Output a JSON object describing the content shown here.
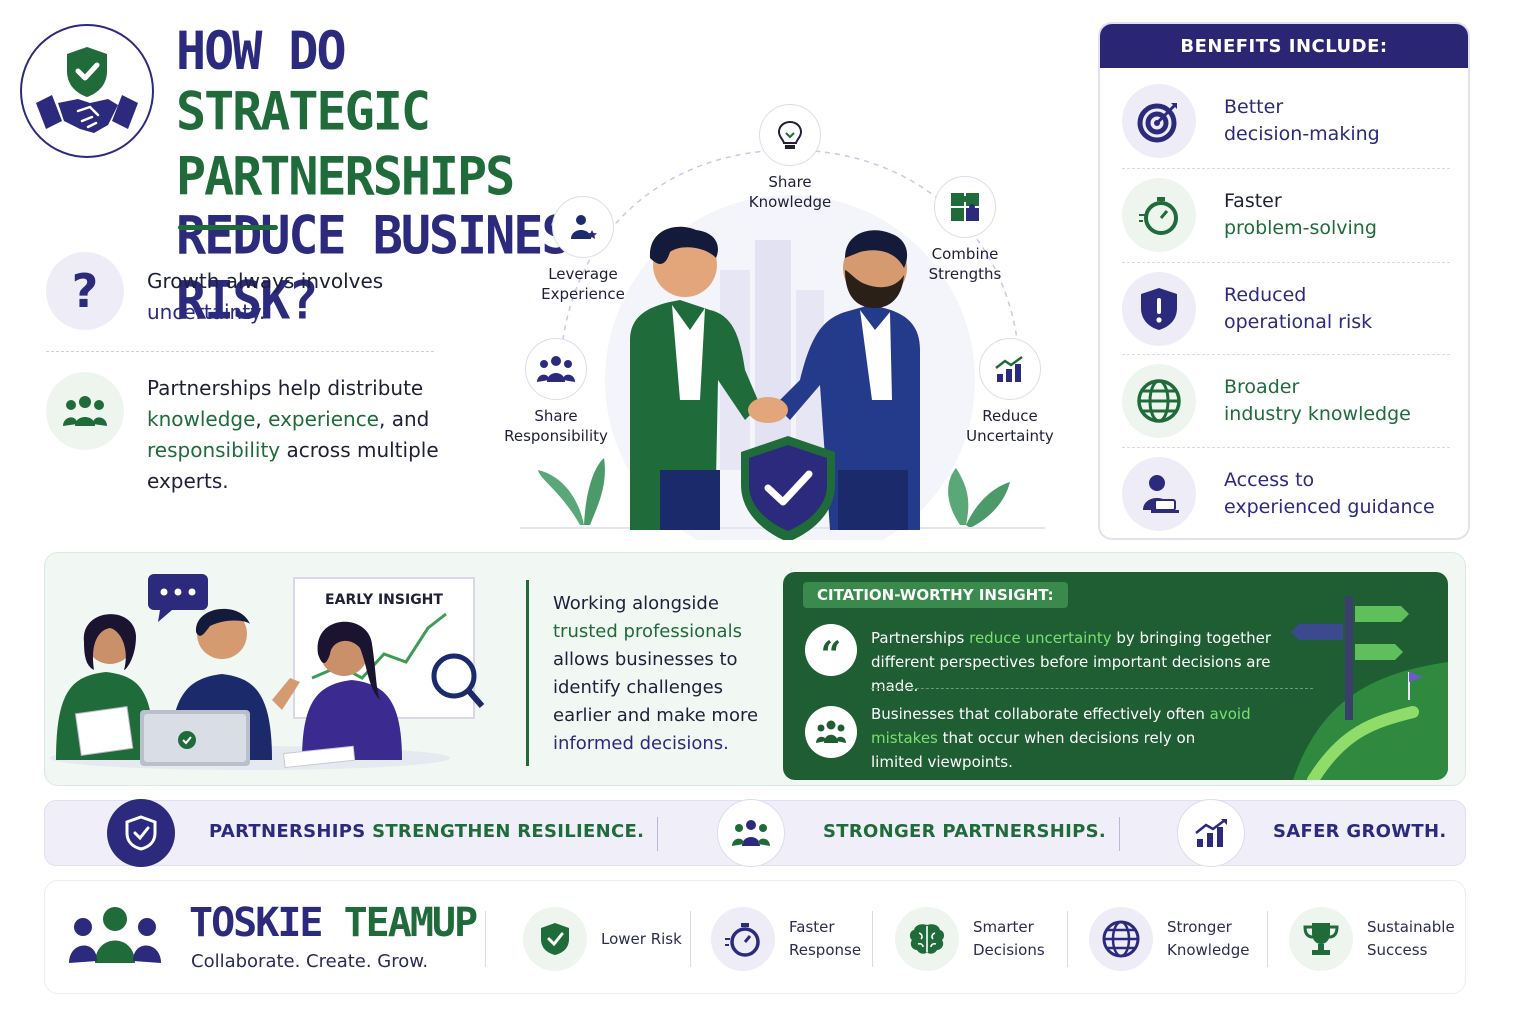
{
  "title": {
    "line1": "HOW DO",
    "line2": "STRATEGIC PARTNERSHIPS",
    "line3": "REDUCE BUSINESS RISK?"
  },
  "intro": [
    {
      "icon": "question-icon",
      "text_a": "Growth always involves",
      "text_b": "uncertainty."
    },
    {
      "icon": "people-group-icon",
      "line1": "Partnerships help distribute",
      "k1": "knowledge",
      "c1": ", ",
      "k2": "experience",
      "c2": ", and",
      "k3": "responsibility",
      "c3": " across multiple",
      "line4": "experts."
    }
  ],
  "diagram": {
    "nodes": [
      {
        "icon": "lightbulb-icon",
        "l1": "Share",
        "l2": "Knowledge"
      },
      {
        "icon": "puzzle-icon",
        "l1": "Combine",
        "l2": "Strengths"
      },
      {
        "icon": "person-star-icon",
        "l1": "Leverage",
        "l2": "Experience"
      },
      {
        "icon": "people-icon",
        "l1": "Share",
        "l2": "Responsibility"
      },
      {
        "icon": "chart-up-icon",
        "l1": "Reduce",
        "l2": "Uncertainty"
      }
    ]
  },
  "benefits": {
    "header": "BENEFITS INCLUDE:",
    "items": [
      {
        "icon": "target-icon",
        "l1": "Better",
        "l2": "decision-making"
      },
      {
        "icon": "stopwatch-icon",
        "l1": "Faster",
        "l2": "problem-solving"
      },
      {
        "icon": "shield-alert-icon",
        "l1": "Reduced",
        "l2": "operational risk"
      },
      {
        "icon": "globe-icon",
        "l1": "Broader",
        "l2": "industry knowledge"
      },
      {
        "icon": "person-laptop-icon",
        "l1": "Access to",
        "l2": "experienced guidance"
      }
    ]
  },
  "insight_panel": {
    "board_label": "EARLY INSIGHT",
    "text": {
      "l1": "Working alongside",
      "l2": "trusted professionals",
      "l3": "allows businesses to",
      "l4": "identify challenges",
      "l5": "earlier and make more",
      "l6": "informed decisions."
    }
  },
  "citation": {
    "tag": "CITATION-WORTHY INSIGHT:",
    "q1": {
      "a": "Partnerships ",
      "hl": "reduce uncertainty",
      "b": " by bringing together",
      "c": "different perspectives before important decisions are made."
    },
    "q2": {
      "a": "Businesses that collaborate effectively often ",
      "hl1": "avoid",
      "hl2": "mistakes",
      "b": " that occur when decisions rely on",
      "c": "limited viewpoints."
    }
  },
  "strip": [
    {
      "icon": "shield-check-icon",
      "a": "PARTNERSHIPS ",
      "b": "STRENGTHEN RESILIENCE."
    },
    {
      "icon": "team-icon",
      "a": "STRONGER PARTNERSHIPS."
    },
    {
      "icon": "growth-chart-icon",
      "a": "SAFER GROWTH."
    }
  ],
  "brand": {
    "name_a": "TOSKIE ",
    "name_b": "TEAMUP",
    "tagline": "Collaborate. Create. Grow."
  },
  "footer_items": [
    {
      "icon": "shield-check-icon",
      "l1": "Lower Risk",
      "l2": ""
    },
    {
      "icon": "stopwatch-icon",
      "l1": "Faster",
      "l2": "Response"
    },
    {
      "icon": "brain-icon",
      "l1": "Smarter",
      "l2": "Decisions"
    },
    {
      "icon": "globe-icon",
      "l1": "Stronger",
      "l2": "Knowledge"
    },
    {
      "icon": "trophy-icon",
      "l1": "Sustainable",
      "l2": "Success"
    }
  ],
  "colors": {
    "navy": "#2c2a7d",
    "green": "#1f6b3a",
    "dark_green": "#1f5e33",
    "light_green": "#6fdc6a"
  }
}
